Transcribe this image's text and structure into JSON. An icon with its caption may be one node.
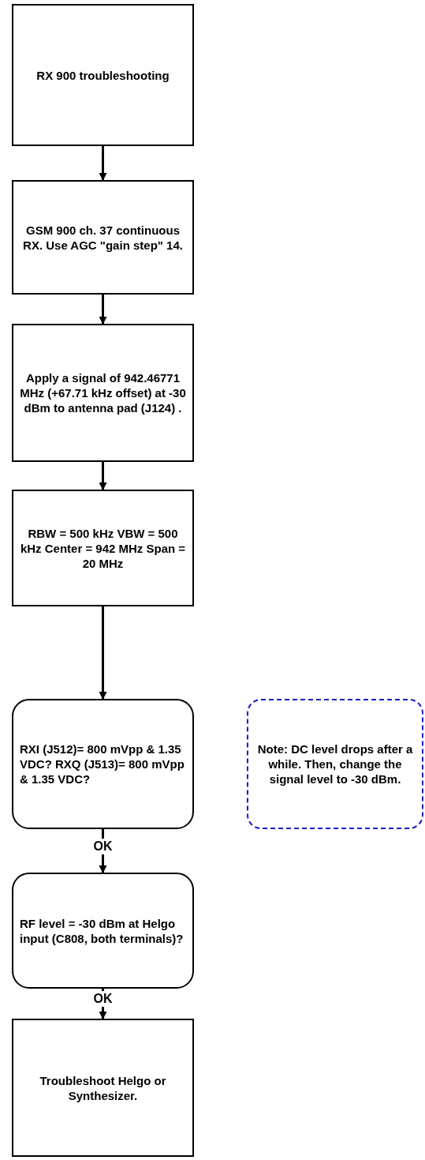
{
  "diagram": {
    "nodes": [
      {
        "text": [
          "RX 900 troubleshooting"
        ]
      },
      {
        "text": [
          "GSM 900 ch. 37 continuous RX. Use AGC \"gain step\" 14."
        ]
      },
      {
        "text": [
          "Apply a signal of 942.46771 MHz (+67.71 kHz offset) at -30 dBm to antenna pad (J124) ."
        ]
      },
      {
        "text": [
          "RBW = 500 kHz VBW = 500 kHz Center = 942 MHz Span = 20 MHz"
        ]
      },
      {
        "text": [
          "RXI (J512)= 800 mVpp & 1.35 VDC? RXQ (J513)= 800 mVpp & 1.35 VDC?"
        ]
      },
      {
        "text": [
          "Note: DC level drops after a while. Then, change the signal level to -30 dBm."
        ]
      },
      {
        "text": [
          "RF level = -30 dBm at Helgo input (C808, both terminals)?"
        ]
      },
      {
        "text": [
          "Troubleshoot Helgo or Synthesizer."
        ]
      }
    ],
    "edges": [
      {
        "from": 0,
        "to": 1,
        "arrow": "to"
      },
      {
        "from": 1,
        "to": 2,
        "arrow": "to"
      },
      {
        "from": 2,
        "to": 3,
        "arrow": "to"
      },
      {
        "from": 3,
        "to": 4,
        "arrow": "to"
      },
      {
        "from": 4,
        "to": 6,
        "arrow": "to",
        "label": "OK"
      },
      {
        "from": 6,
        "to": 7,
        "arrow": "to",
        "label": "OK"
      }
    ]
  }
}
